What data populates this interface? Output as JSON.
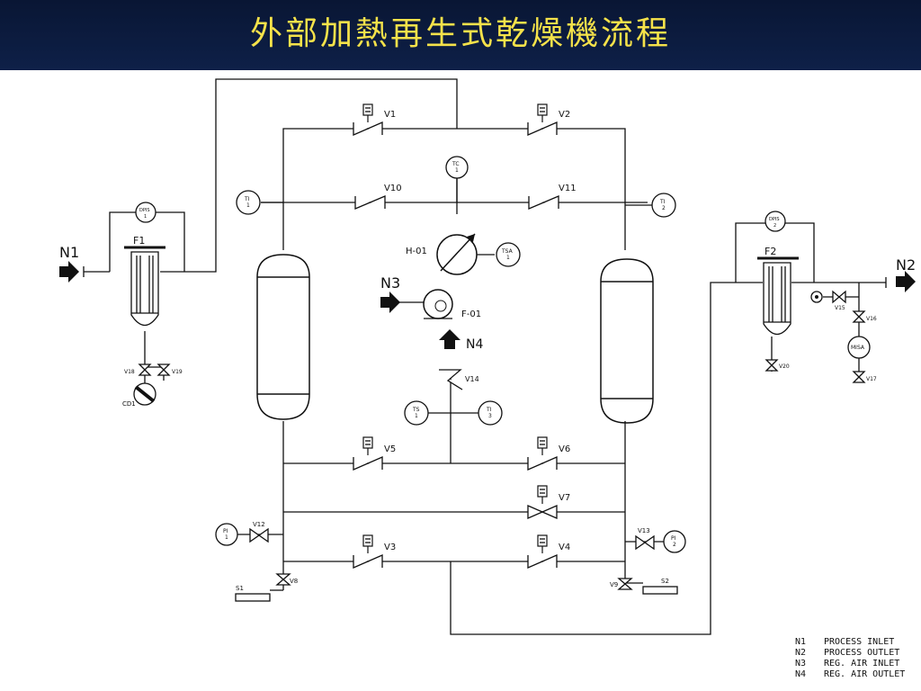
{
  "title": "外部加熱再生式乾燥機流程",
  "labels": {
    "n1": "N1",
    "n2": "N2",
    "n3": "N3",
    "n4": "N4",
    "f1": "F1",
    "f2": "F2",
    "dpis1_a": "DPIS",
    "dpis1_b": "1",
    "dpis2_a": "DPIS",
    "dpis2_b": "2",
    "v1": "V1",
    "v2": "V2",
    "v3": "V3",
    "v4": "V4",
    "v5": "V5",
    "v6": "V6",
    "v7": "V7",
    "v8": "V8",
    "v9": "V9",
    "v10": "V10",
    "v11": "V11",
    "v12": "V12",
    "v13": "V13",
    "v14": "V14",
    "v15": "V15",
    "v16": "V16",
    "v17": "V17",
    "v18": "V18",
    "v19": "V19",
    "v20": "V20",
    "tc_a": "TC",
    "tc_b": "1",
    "ti1_a": "TI",
    "ti1_b": "1",
    "ti2_a": "TI",
    "ti2_b": "2",
    "ti3_a": "TI",
    "ti3_b": "3",
    "ts1_a": "TS",
    "ts1_b": "1",
    "tsa1_a": "TSA",
    "tsa1_b": "1",
    "pi1_a": "PI",
    "pi1_b": "1",
    "pi2_a": "PI",
    "pi2_b": "2",
    "misa": "MISA",
    "h01": "H-01",
    "f01": "F-01",
    "cd1": "CD1",
    "s1": "S1",
    "s2": "S2"
  },
  "legend": [
    {
      "code": "N1",
      "text": "PROCESS INLET"
    },
    {
      "code": "N2",
      "text": "PROCESS OUTLET"
    },
    {
      "code": "N3",
      "text": "REG. AIR INLET"
    },
    {
      "code": "N4",
      "text": "REG. AIR OUTLET"
    }
  ]
}
